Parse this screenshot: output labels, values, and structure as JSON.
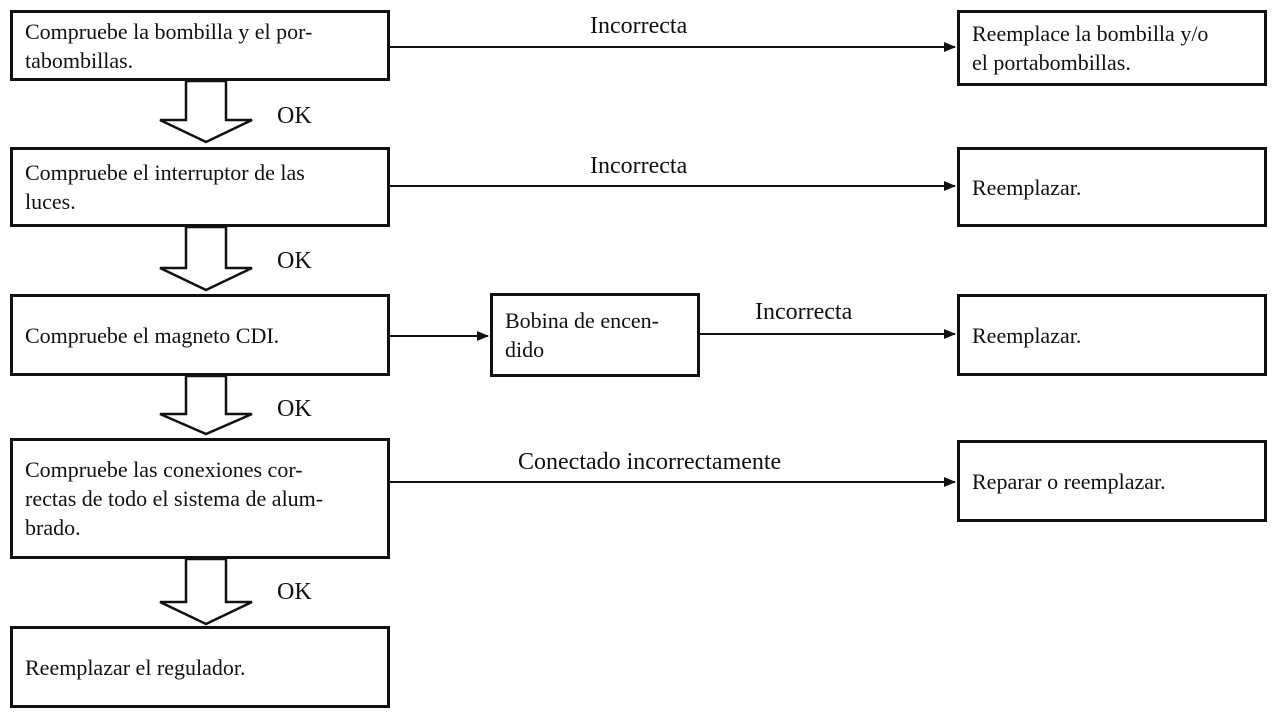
{
  "steps": [
    "Compruebe la bombilla y el por-\ntabombillas.",
    "Compruebe el interruptor de las\nluces.",
    "Compruebe el magneto CDI.",
    "Compruebe las conexiones cor-\nrectas de todo el sistema de alum-\nbrado.",
    "Reemplazar el regulador."
  ],
  "ok_label": "OK",
  "intermediate": {
    "text": "Bobina de encen-\ndido"
  },
  "outcomes": [
    "Reemplace la bombilla y/o\nel portabombillas.",
    "Reemplazar.",
    "Reemplazar.",
    "Reparar o reemplazar."
  ],
  "edge_labels": [
    "Incorrecta",
    "Incorrecta",
    "Incorrecta",
    "Conectado incorrectamente"
  ]
}
